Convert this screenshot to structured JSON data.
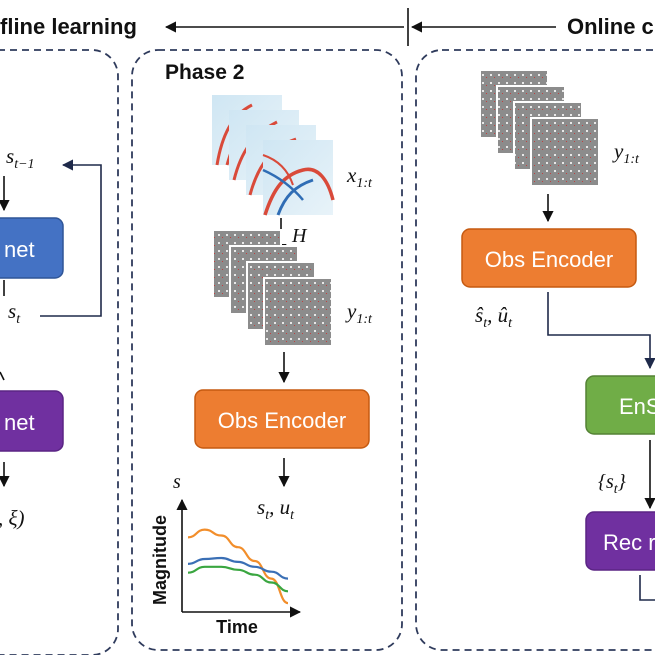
{
  "headers": {
    "offline": "fline learning",
    "online": "Online c"
  },
  "phase2": {
    "title": "Phase 2",
    "operator": "H",
    "x_label": "x",
    "x_sub": "1:t",
    "y_label": "y",
    "y_sub": "1:t",
    "encoder": "Obs Encoder",
    "out_s": "s",
    "out_sub_t": "t",
    "out_comma": ", ",
    "out_u": "u",
    "out_u_sub": "t"
  },
  "left_panel": {
    "s_prev": "s",
    "s_prev_sub": "t−1",
    "net1": " net",
    "s_t": "s",
    "s_t_sub": "t",
    "net2": " net",
    "xi_label": ", ξ)"
  },
  "online": {
    "y_label": "y",
    "y_sub": "1:t",
    "encoder": "Obs Encoder",
    "s_hat": "ŝ",
    "u_hat": "û",
    "sub_t": "t",
    "comma": ", ",
    "ens": "EnS",
    "set_open": "{",
    "set_s": "s",
    "set_sub": "t",
    "set_close": "}",
    "rec": "Rec r"
  },
  "chart_data": {
    "type": "line",
    "title": "s",
    "xlabel": "Time",
    "ylabel": "Magnitude",
    "x": [
      0,
      1,
      2,
      3,
      4,
      5,
      6
    ],
    "series": [
      {
        "values": [
          0.72,
          0.8,
          0.74,
          0.62,
          0.48,
          0.3,
          0.05
        ],
        "color": "#f28e2b"
      },
      {
        "values": [
          0.45,
          0.5,
          0.51,
          0.47,
          0.42,
          0.37,
          0.3
        ],
        "color": "#3a6fb5"
      },
      {
        "values": [
          0.36,
          0.42,
          0.42,
          0.39,
          0.34,
          0.26,
          0.17
        ],
        "color": "#3aa640"
      }
    ],
    "grid": false
  },
  "colors": {
    "orange": "#ed7d31",
    "blue": "#4472c4",
    "purple": "#7030a0",
    "green": "#70ad47",
    "dash": "#2f3b5c"
  }
}
